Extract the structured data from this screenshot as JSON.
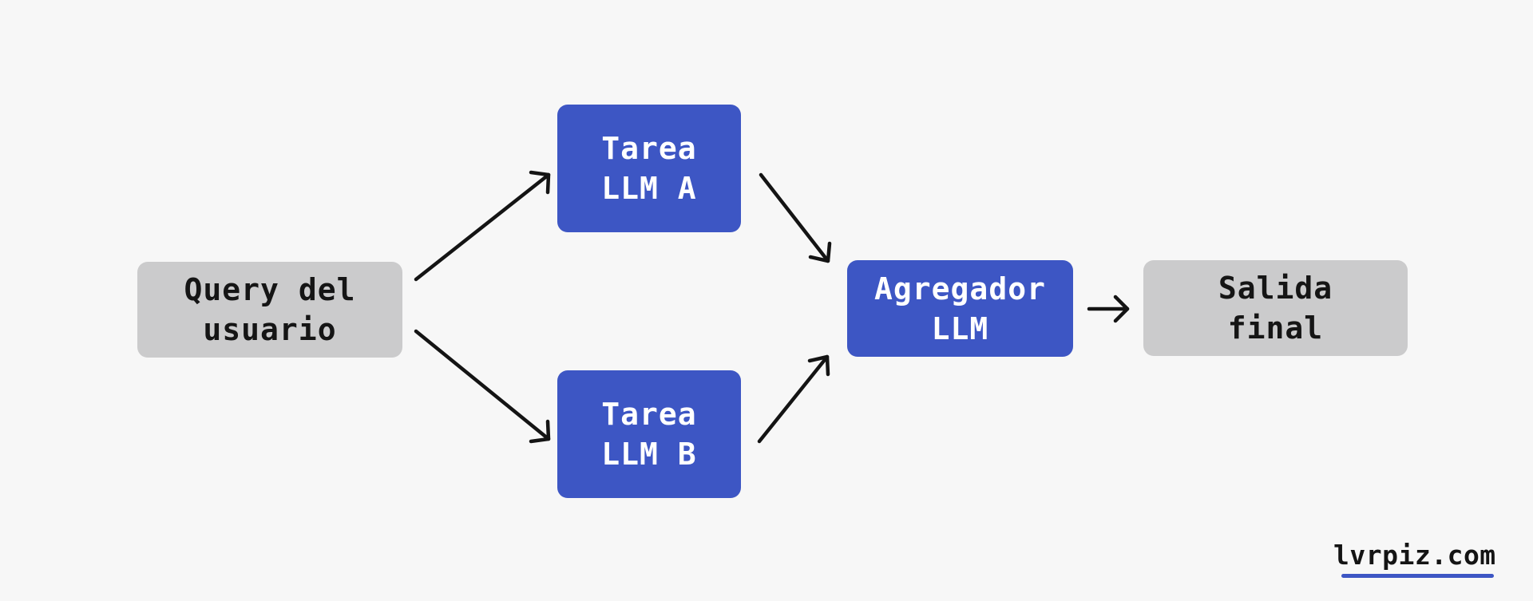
{
  "nodes": {
    "query": {
      "label": "Query del\nusuario"
    },
    "task_a": {
      "label": "Tarea\nLLM A"
    },
    "task_b": {
      "label": "Tarea\nLLM B"
    },
    "aggregator": {
      "label": "Agregador\nLLM"
    },
    "output": {
      "label": "Salida\nfinal"
    }
  },
  "edges": [
    {
      "from": "query",
      "to": "task_a"
    },
    {
      "from": "query",
      "to": "task_b"
    },
    {
      "from": "task_a",
      "to": "aggregator"
    },
    {
      "from": "task_b",
      "to": "aggregator"
    },
    {
      "from": "aggregator",
      "to": "output"
    }
  ],
  "brand": {
    "text": "lvrpiz.com"
  },
  "colors": {
    "background": "#f7f7f7",
    "input_output_box": "#cbcbcc",
    "llm_box": "#3d56c4",
    "arrow": "#141414",
    "brand_underline": "#3d56c4"
  }
}
